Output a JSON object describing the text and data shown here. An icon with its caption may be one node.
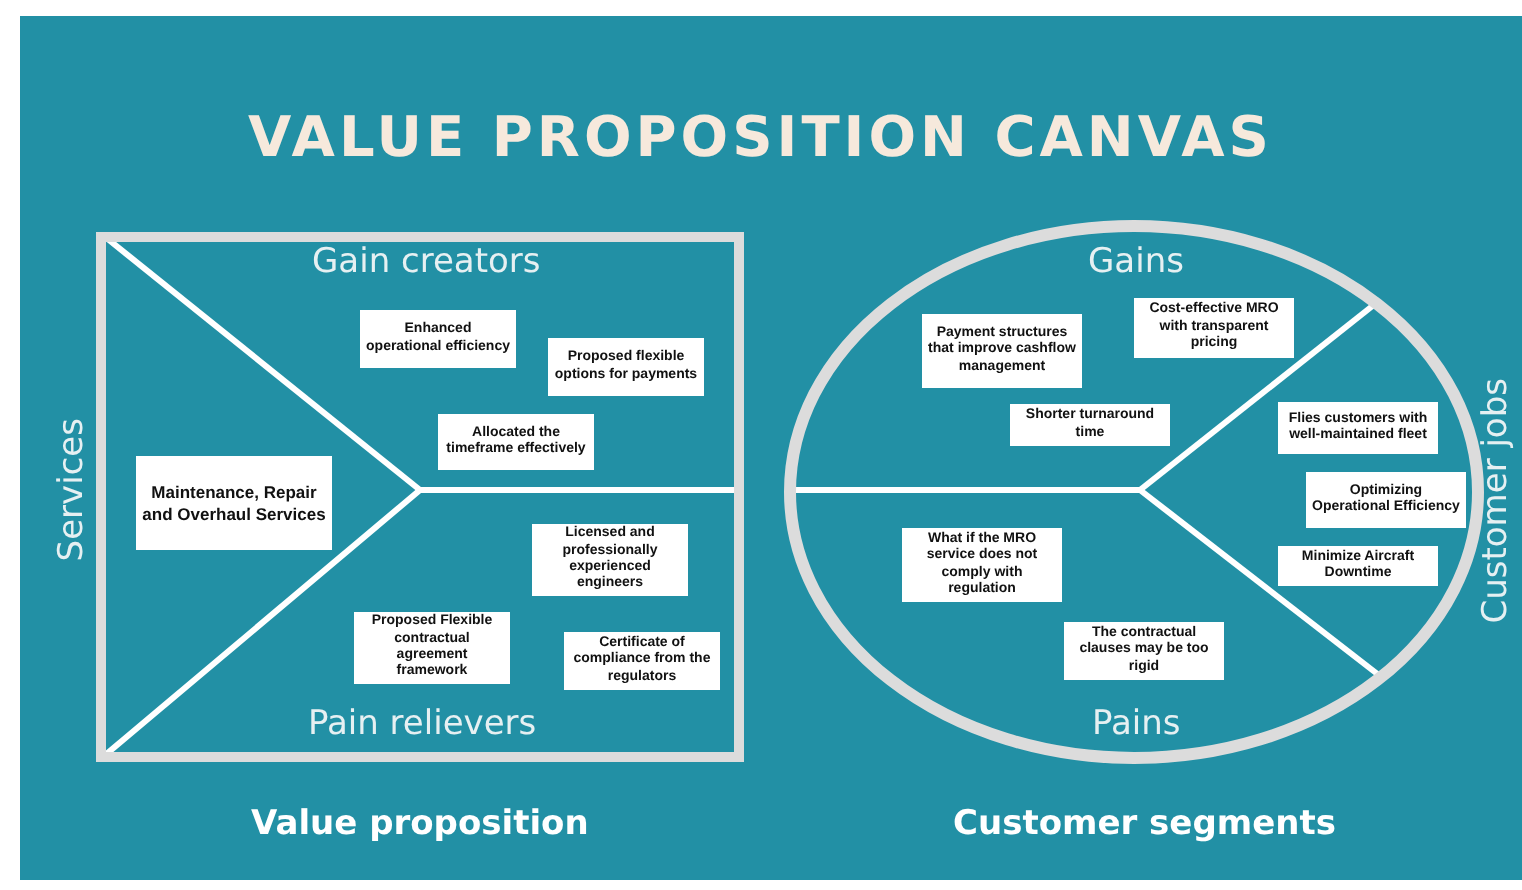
{
  "diagram": {
    "title": "VALUE PROPOSITION CANVAS",
    "nodes": [
      {
        "text": [],
        "shape": "box"
      },
      {
        "text": [
          "Enhanced operational efficiency"
        ],
        "in": 0
      },
      {
        "text": [
          "Proposed flexible options for payments"
        ],
        "in": 0
      },
      {
        "text": [
          "Allocated the timeframe effectively"
        ],
        "in": 0
      },
      {
        "text": [
          "Maintenance, Repair and Overhaul Services"
        ],
        "in": 0
      },
      {
        "text": [
          "Licensed and professionally experienced engineers"
        ],
        "in": 0
      },
      {
        "text": [
          "Proposed Flexible contractual agreement framework"
        ],
        "in": 0
      },
      {
        "text": [
          "Certificate of compliance from the regulators"
        ],
        "in": 0
      },
      {
        "text": [],
        "shape": "circle"
      },
      {
        "text": [
          "Payment structures that improve cashflow management"
        ],
        "in": 8
      },
      {
        "text": [
          "Cost-effective MRO with transparent pricing"
        ],
        "in": 8
      },
      {
        "text": [
          "Shorter turnaround time"
        ],
        "in": 8
      },
      {
        "text": [
          "Flies customers with well-maintained fleet"
        ],
        "in": 8
      },
      {
        "text": [
          "Optimizing Operational Efficiency"
        ],
        "in": 8
      },
      {
        "text": [
          "Minimize Aircraft Downtime"
        ],
        "in": 8
      },
      {
        "text": [
          "What if the MRO service does not comply with regulation"
        ],
        "in": 8
      },
      {
        "text": [
          "The contractual clauses may be too rigid"
        ],
        "in": 8
      }
    ],
    "labels": [
      "Gain creators",
      "Gains",
      "Services",
      "Customer jobs",
      "Pain relievers",
      "Pains",
      "Value proposition",
      "Customer segments"
    ]
  }
}
